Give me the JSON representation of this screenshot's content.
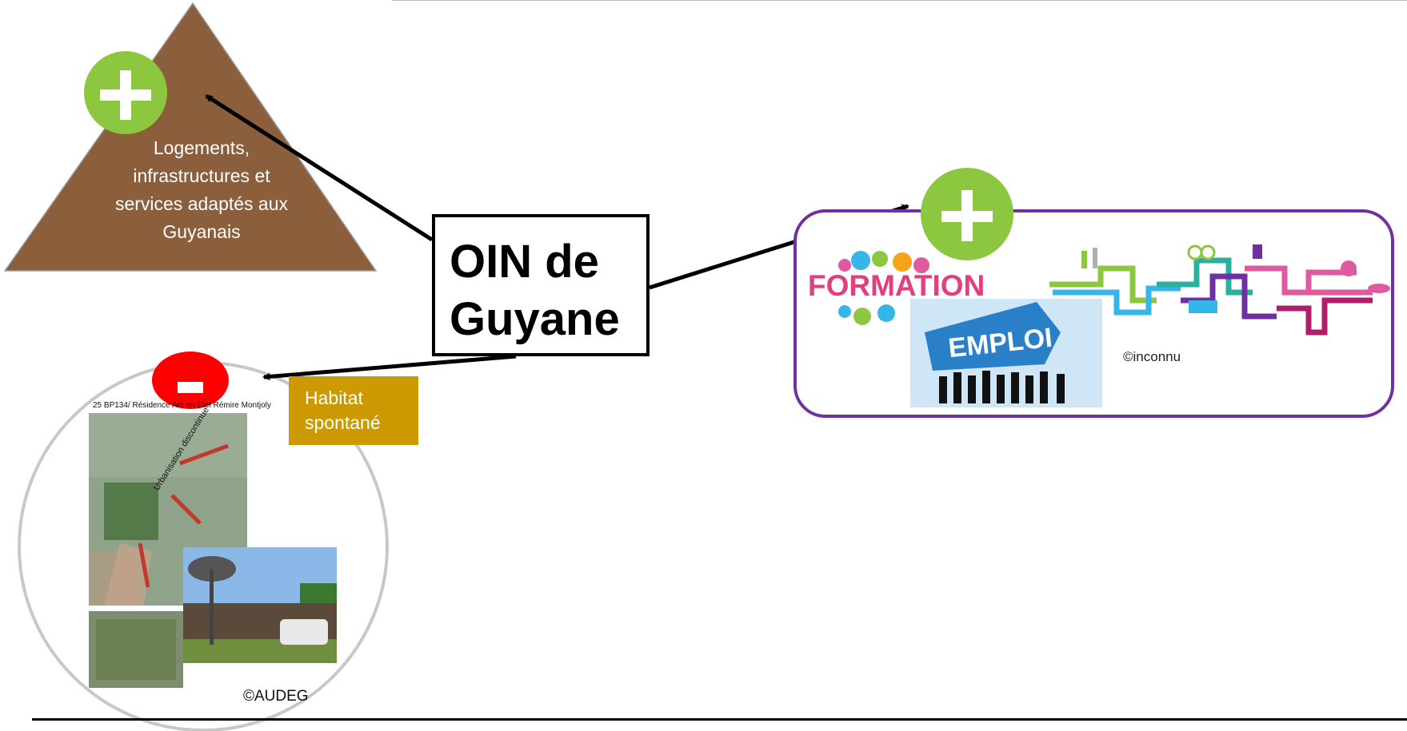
{
  "triangle": {
    "label": "Logements, infrastructures et services adaptés aux Guyanais",
    "fill": "#8b5e3c"
  },
  "center": {
    "title_line1": "OIN de",
    "title_line2": "Guyane"
  },
  "plus_badge_color": "#8dc63f",
  "minus_badge_color": "#ff0000",
  "habitat_label": "Habitat spontané",
  "habitat_color": "#cc9900",
  "purple_box": {
    "color": "#7030a0",
    "formation_text": "FORMATION",
    "emploi_text": "EMPLOI",
    "credit": "©inconnu"
  },
  "photo_circle": {
    "caption": "25 BP134/ Résidence Arc en Ciel Rémire Montjoly",
    "map_annotation": "Urbanisation discontinue",
    "credit": "©AUDEG"
  }
}
